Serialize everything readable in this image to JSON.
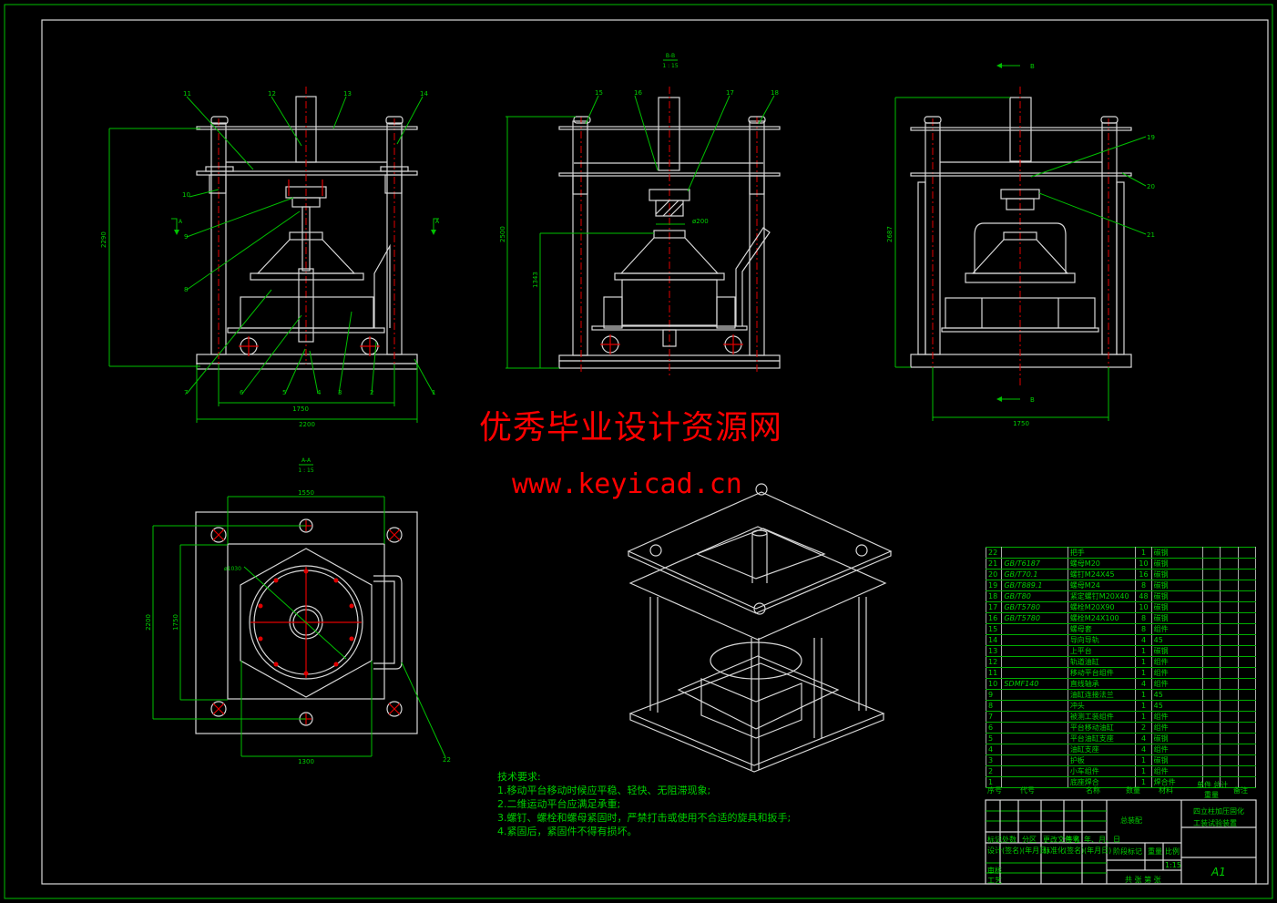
{
  "watermark": {
    "title": "优秀毕业设计资源网",
    "url": "www.keyicad.cn"
  },
  "views": {
    "front": {
      "balloons": [
        "11",
        "12",
        "13",
        "14",
        "10",
        "9",
        "8",
        "7",
        "6",
        "5",
        "4",
        "3",
        "2",
        "1"
      ],
      "dims": {
        "height": "2290",
        "inner_width": "1750",
        "outer_width": "2200"
      },
      "section_mark": "A"
    },
    "section_bb": {
      "label_top": "B-B",
      "label_scale": "1 : 15",
      "balloons": [
        "15",
        "16",
        "17",
        "18"
      ],
      "dims": {
        "height": "2500",
        "inner_height": "1343",
        "diameter": "ø200"
      }
    },
    "side": {
      "balloons": [
        "19",
        "20",
        "21"
      ],
      "dims": {
        "height": "2687",
        "width": "1750"
      },
      "section_mark": "B"
    },
    "section_aa": {
      "label_top": "A-A",
      "label_scale": "1 : 15",
      "balloons": [
        "22"
      ],
      "dims": {
        "top_width": "1550",
        "bottom_width": "1300",
        "outer_height": "2200",
        "inner_height": "1750",
        "diameter": "ø1030"
      }
    }
  },
  "technical_requirements": {
    "title": "技术要求:",
    "items": [
      "1.移动平台移动时候应平稳、轻快、无阻滞现象;",
      "2.二维运动平台应满足承重;",
      "3.螺钉、螺栓和螺母紧固时，严禁打击或使用不合适的旋具和扳手;",
      "4.紧固后，紧固件不得有损坏。"
    ]
  },
  "bom": {
    "rows": [
      {
        "no": "22",
        "code": "",
        "name": "把手",
        "qty": "1",
        "material": "碳钢"
      },
      {
        "no": "21",
        "code": "GB/T6187",
        "name": "螺母M20",
        "qty": "10",
        "material": "碳钢"
      },
      {
        "no": "20",
        "code": "GB/T70.1",
        "name": "螺钉M24X45",
        "qty": "16",
        "material": "碳钢"
      },
      {
        "no": "19",
        "code": "GB/T889.1",
        "name": "螺母M24",
        "qty": "8",
        "material": "碳钢"
      },
      {
        "no": "18",
        "code": "GB/T80",
        "name": "紧定螺钉M20X40",
        "qty": "48",
        "material": "碳钢"
      },
      {
        "no": "17",
        "code": "GB/T5780",
        "name": "螺栓M20X90",
        "qty": "10",
        "material": "碳钢"
      },
      {
        "no": "16",
        "code": "GB/T5780",
        "name": "螺栓M24X100",
        "qty": "8",
        "material": "碳钢"
      },
      {
        "no": "15",
        "code": "",
        "name": "螺母套",
        "qty": "8",
        "material": "组件"
      },
      {
        "no": "14",
        "code": "",
        "name": "导向导轨",
        "qty": "4",
        "material": "45"
      },
      {
        "no": "13",
        "code": "",
        "name": "上平台",
        "qty": "1",
        "material": "碳钢"
      },
      {
        "no": "12",
        "code": "",
        "name": "轨道油缸",
        "qty": "1",
        "material": "组件"
      },
      {
        "no": "11",
        "code": "",
        "name": "移动平台组件",
        "qty": "1",
        "material": "组件"
      },
      {
        "no": "10",
        "code": "SDMF140",
        "name": "直线轴承",
        "qty": "4",
        "material": "组件"
      },
      {
        "no": "9",
        "code": "",
        "name": "油缸连接法兰",
        "qty": "1",
        "material": "45"
      },
      {
        "no": "8",
        "code": "",
        "name": "冲头",
        "qty": "1",
        "material": "45"
      },
      {
        "no": "7",
        "code": "",
        "name": "被测工装组件",
        "qty": "1",
        "material": "组件"
      },
      {
        "no": "6",
        "code": "",
        "name": "平台移动油缸",
        "qty": "2",
        "material": "组件"
      },
      {
        "no": "5",
        "code": "",
        "name": "平台油缸支座",
        "qty": "4",
        "material": "碳钢"
      },
      {
        "no": "4",
        "code": "",
        "name": "油缸支座",
        "qty": "4",
        "material": "组件"
      },
      {
        "no": "3",
        "code": "",
        "name": "护板",
        "qty": "1",
        "material": "碳钢"
      },
      {
        "no": "2",
        "code": "",
        "name": "小车组件",
        "qty": "1",
        "material": "组件"
      },
      {
        "no": "1",
        "code": "",
        "name": "底座焊合",
        "qty": "1",
        "material": "焊合件"
      }
    ],
    "headers": {
      "no": "序号",
      "code": "代号",
      "name": "名称",
      "qty": "数量",
      "material": "材料",
      "unit": "单件",
      "total": "总计",
      "weight": "重量",
      "remark": "备注"
    }
  },
  "title_block": {
    "drawing_name": "总装配",
    "project_line1": "四立柱加压固化",
    "project_line2": "工装试验装置",
    "row_labels": [
      "标记",
      "处数",
      "分区",
      "更改文件号",
      "签名",
      "年、月、日"
    ],
    "row2_labels": [
      "设计",
      "(签名)",
      "(年月日)",
      "标准化",
      "(签名)",
      "(年月日)"
    ],
    "review": "审核",
    "process": "工艺",
    "stage_mark": "阶段标记",
    "weight": "重量",
    "scale_label": "比例",
    "scale": "1:15",
    "sheets": "共  张 第  张",
    "sheet_size": "A1"
  },
  "colors": {
    "background": "#000000",
    "dimension": "#00c000",
    "geometry": "#d8d8d8",
    "centerline": "#e00000",
    "watermark": "#ff0000"
  }
}
